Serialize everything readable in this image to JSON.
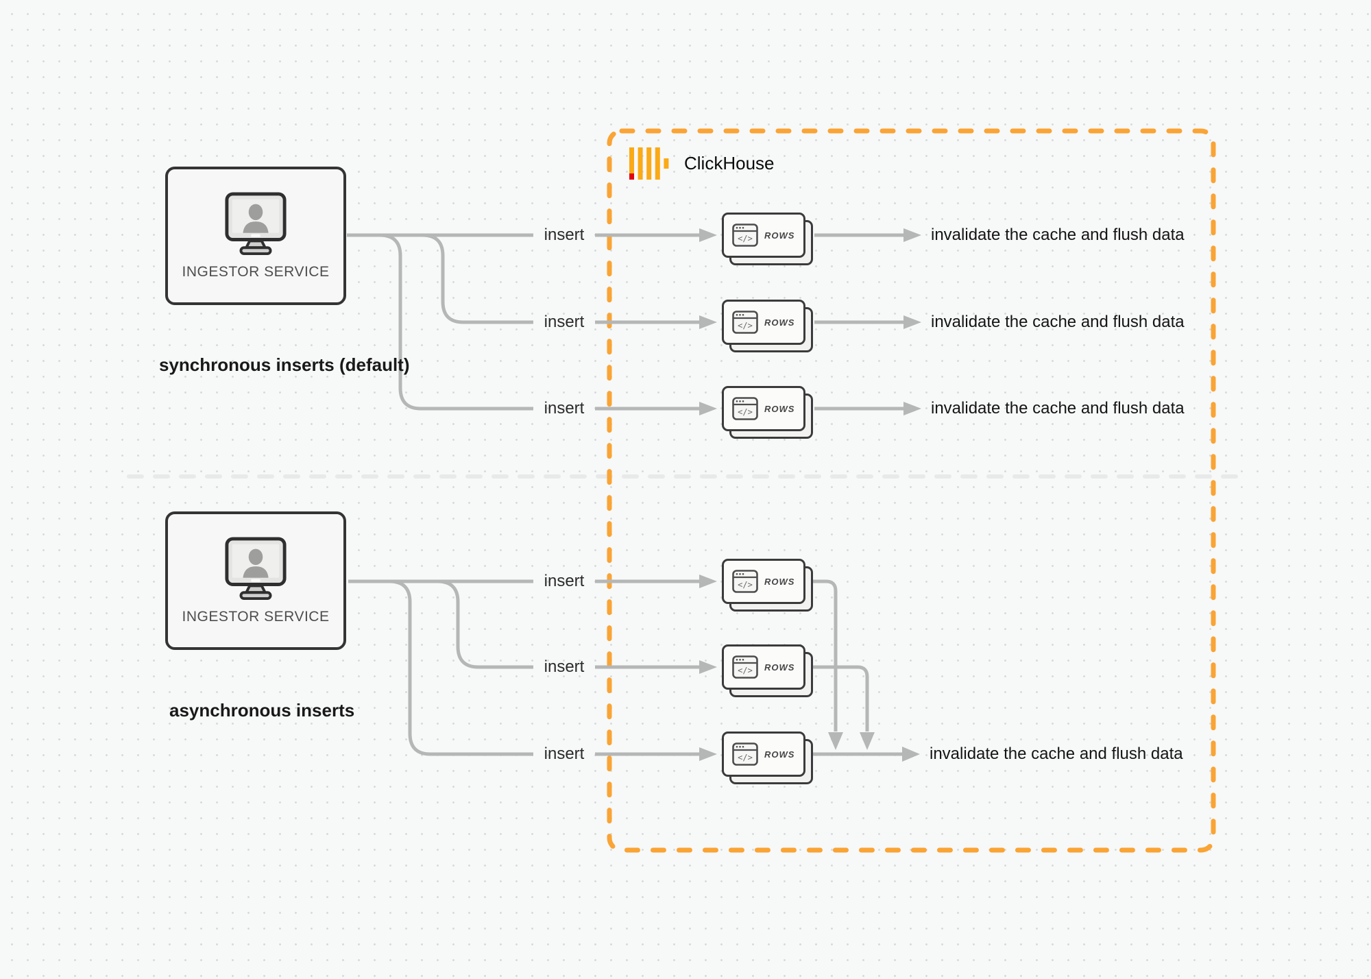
{
  "diagram": {
    "clickhouse": {
      "label": "ClickHouse"
    },
    "sections": [
      {
        "id": "synchronous",
        "caption": "synchronous inserts (default)",
        "source": {
          "label": "INGESTOR SERVICE"
        },
        "rows": [
          {
            "insert": "insert",
            "node": "ROWS",
            "result": "invalidate the cache and flush data"
          },
          {
            "insert": "insert",
            "node": "ROWS",
            "result": "invalidate the cache and flush data"
          },
          {
            "insert": "insert",
            "node": "ROWS",
            "result": "invalidate the cache and flush data"
          }
        ]
      },
      {
        "id": "asynchronous",
        "caption": "asynchronous inserts",
        "source": {
          "label": "INGESTOR SERVICE"
        },
        "rows": [
          {
            "insert": "insert",
            "node": "ROWS"
          },
          {
            "insert": "insert",
            "node": "ROWS"
          },
          {
            "insert": "insert",
            "node": "ROWS"
          }
        ],
        "result": "invalidate the cache and flush data"
      }
    ],
    "glyphs": {
      "code": "</>"
    },
    "colors": {
      "accent": "#F9A435",
      "logo_amber": "#FAAA16",
      "logo_red": "#E3000F",
      "connector": "#B5B6B6",
      "divider": "#E8E9E9",
      "node_border": "#363636"
    }
  }
}
